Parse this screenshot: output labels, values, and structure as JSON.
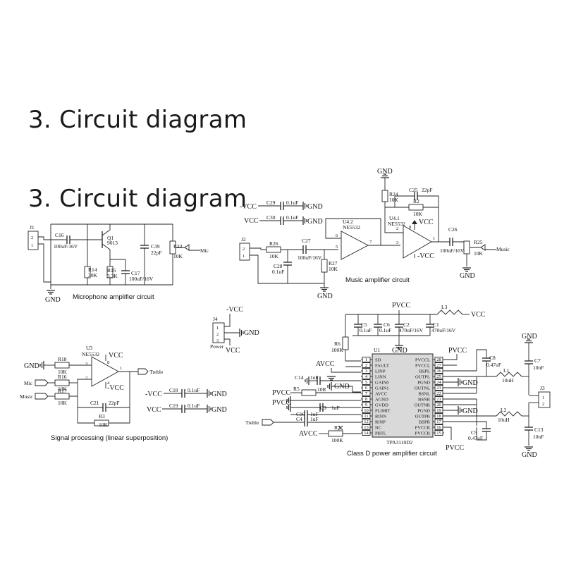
{
  "headings": [
    "3. Circuit diagram",
    "3. Circuit diagram"
  ],
  "microphone": {
    "caption": "Microphone amplifier circuit",
    "J1": "J1",
    "J1_pins": [
      "2",
      "1"
    ],
    "C16": "C16",
    "C16_val": "100uF/16V",
    "Q1": "Q1",
    "Q1_val": "9013",
    "R14": "R14",
    "R14_val": "30K",
    "R15": "R15",
    "R15_val": "3.3K",
    "C17": "C17",
    "C17_val": "100uF/16V",
    "C39": "C39",
    "C39_val": "22pF",
    "R23": "R23",
    "R23_val": "10K",
    "mic": "Mic",
    "gnd": "GND"
  },
  "music": {
    "caption": "Music amplifier circuit",
    "vcc_neg": "-VCC",
    "vcc_pos": "VCC",
    "gnd": "GND",
    "C29": "C29",
    "C29_val": "0.1uF",
    "C30": "C30",
    "C30_val": "0.1uF",
    "J2": "J2",
    "J2_pins": [
      "2",
      "1"
    ],
    "R26": "R26",
    "R26_val": "10K",
    "C27": "C27",
    "C27_val": "100uF/16V",
    "C28": "C28",
    "C28_val": "0.1uF",
    "R27": "R27",
    "R27_val": "10K",
    "U42": "U4.2",
    "U42_val": "NE5532",
    "U41": "U4.1",
    "U41_val": "NE5532",
    "R24": "R24",
    "R24_val": "10K",
    "C25": "C25",
    "C25_val": "22pF",
    "R2": "R2",
    "R2_val": "10K",
    "C26": "C26",
    "C26_val": "100uF/16V",
    "R25": "R25",
    "R25_val": "10K",
    "music": "Music",
    "pins": [
      "6",
      "7",
      "5",
      "2",
      "1",
      "3",
      "8"
    ]
  },
  "power": {
    "J4": "J4",
    "pins": [
      "1",
      "2",
      "3"
    ],
    "label": "Power",
    "vcc_neg": "-VCC",
    "vcc": "VCC",
    "gnd": "GND"
  },
  "signal": {
    "caption": "Signal processing (linear superposition)",
    "U3": "U3",
    "U3_val": "NE5532",
    "vcc": "VCC",
    "vcc_neg": "-VCC",
    "gnd": "GND",
    "R18": "R18",
    "R18_val": "10K",
    "R16": "R16",
    "R16_val": "10K",
    "R17": "R17",
    "R17_val": "10K",
    "R3": "R3",
    "R3_val": "10K",
    "C21": "C21",
    "C21_val": "22pF",
    "C18": "C18",
    "C18_val": "0.1uF",
    "C19": "C19",
    "C19_val": "0.1uF",
    "mic": "Mic",
    "music": "Music",
    "treble": "Treble",
    "pins": [
      "3",
      "2",
      "1",
      "8",
      "4"
    ]
  },
  "classd": {
    "caption": "Class D power amplifier circuit",
    "pvcc": "PVCC",
    "vcc": "VCC",
    "avcc": "AVCC",
    "gnd": "GND",
    "treble": "Treble",
    "C5": "C5",
    "C5_val": "0.1uF",
    "C6": "C6",
    "C6_val": "0.1uF",
    "C2": "C2",
    "C2_val": "470uF/16V",
    "C1": "C1",
    "C1_val": "470uF/16V",
    "L3": "L3",
    "R6": "R6",
    "R6_val": "100K",
    "U1": "U1",
    "chip": "TPA3110D2",
    "C14": "C14",
    "C14_val": "1uF",
    "R5": "R5",
    "R5_val": "10R",
    "C3": "C3",
    "C3_val": "1uF",
    "C10": "C10",
    "C10_val": "1uF",
    "C4": "C4",
    "C4_val": "1uF",
    "R7": "R7",
    "R7_val": "100K",
    "C8": "C8",
    "C8_val": "0.47uF",
    "C9": "C9",
    "C9_val": "0.47uF",
    "L1": "L1",
    "L1_val": "10uH",
    "L2": "L2",
    "L2_val": "10uH",
    "C7": "C7",
    "C7_val": "10nF",
    "C13": "C13",
    "C13_val": "10nF",
    "J3": "J3",
    "J3_pins": [
      "1",
      "2"
    ],
    "left_pins": [
      {
        "n": "1",
        "name": "SD"
      },
      {
        "n": "2",
        "name": "FAULT"
      },
      {
        "n": "3",
        "name": "LINP"
      },
      {
        "n": "4",
        "name": "LINN"
      },
      {
        "n": "5",
        "name": "GAIN0"
      },
      {
        "n": "6",
        "name": "GAIN1"
      },
      {
        "n": "7",
        "name": "AVCC"
      },
      {
        "n": "8",
        "name": "AGND"
      },
      {
        "n": "9",
        "name": "GVDD"
      },
      {
        "n": "10",
        "name": "PLIMIT"
      },
      {
        "n": "11",
        "name": "RINN"
      },
      {
        "n": "12",
        "name": "RINP"
      },
      {
        "n": "13",
        "name": "NC"
      },
      {
        "n": "14",
        "name": "PBTL"
      }
    ],
    "right_pins": [
      {
        "n": "28",
        "name": "PVCCL"
      },
      {
        "n": "27",
        "name": "PVCCL"
      },
      {
        "n": "26",
        "name": "BSPL"
      },
      {
        "n": "25",
        "name": "OUTPL"
      },
      {
        "n": "24",
        "name": "PGND"
      },
      {
        "n": "23",
        "name": "OUTNL"
      },
      {
        "n": "22",
        "name": "BSNL"
      },
      {
        "n": "21",
        "name": "BSNR"
      },
      {
        "n": "20",
        "name": "OUTNR"
      },
      {
        "n": "19",
        "name": "PGND"
      },
      {
        "n": "18",
        "name": "OUTPR"
      },
      {
        "n": "17",
        "name": "BSPR"
      },
      {
        "n": "16",
        "name": "PVCCR"
      },
      {
        "n": "15",
        "name": "PVCCR"
      }
    ]
  }
}
